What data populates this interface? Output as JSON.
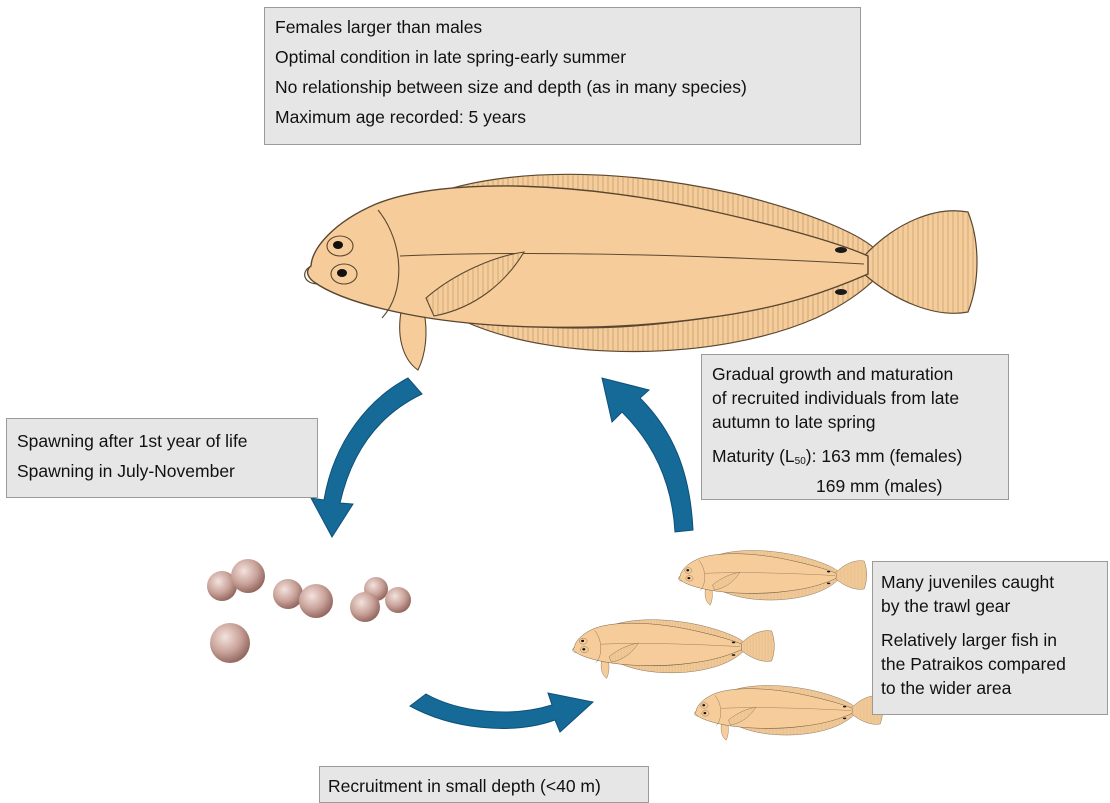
{
  "top_box": {
    "lines": [
      "Females larger than males",
      "Optimal condition in late spring-early summer",
      "No relationship between size and depth (as in many species)",
      "Maximum age recorded: 5 years"
    ]
  },
  "spawning_box": {
    "lines": [
      "Spawning after 1st year of life",
      "Spawning in July-November"
    ]
  },
  "growth_box": {
    "lines": [
      "Gradual growth and maturation",
      "of recruited individuals from late",
      "autumn to late spring"
    ],
    "maturity_label_pre": "Maturity (L",
    "maturity_sub": "50",
    "maturity_label_post": "):",
    "maturity_females": "163 mm (females)",
    "maturity_males": "169 mm (males)"
  },
  "juveniles_box": {
    "group1": [
      "Many juveniles caught",
      "by the trawl gear"
    ],
    "group2": [
      "Relatively larger fish in",
      "the Patraikos compared",
      "to the wider area"
    ]
  },
  "recruitment_box": {
    "text": "Recruitment in small depth (<40 m)"
  },
  "colors": {
    "fish_fill": "#f6cd9a",
    "fish_stroke": "#5a4630",
    "arrow": "#156a98",
    "egg": "#b98a80",
    "box_bg": "#e6e6e6"
  }
}
